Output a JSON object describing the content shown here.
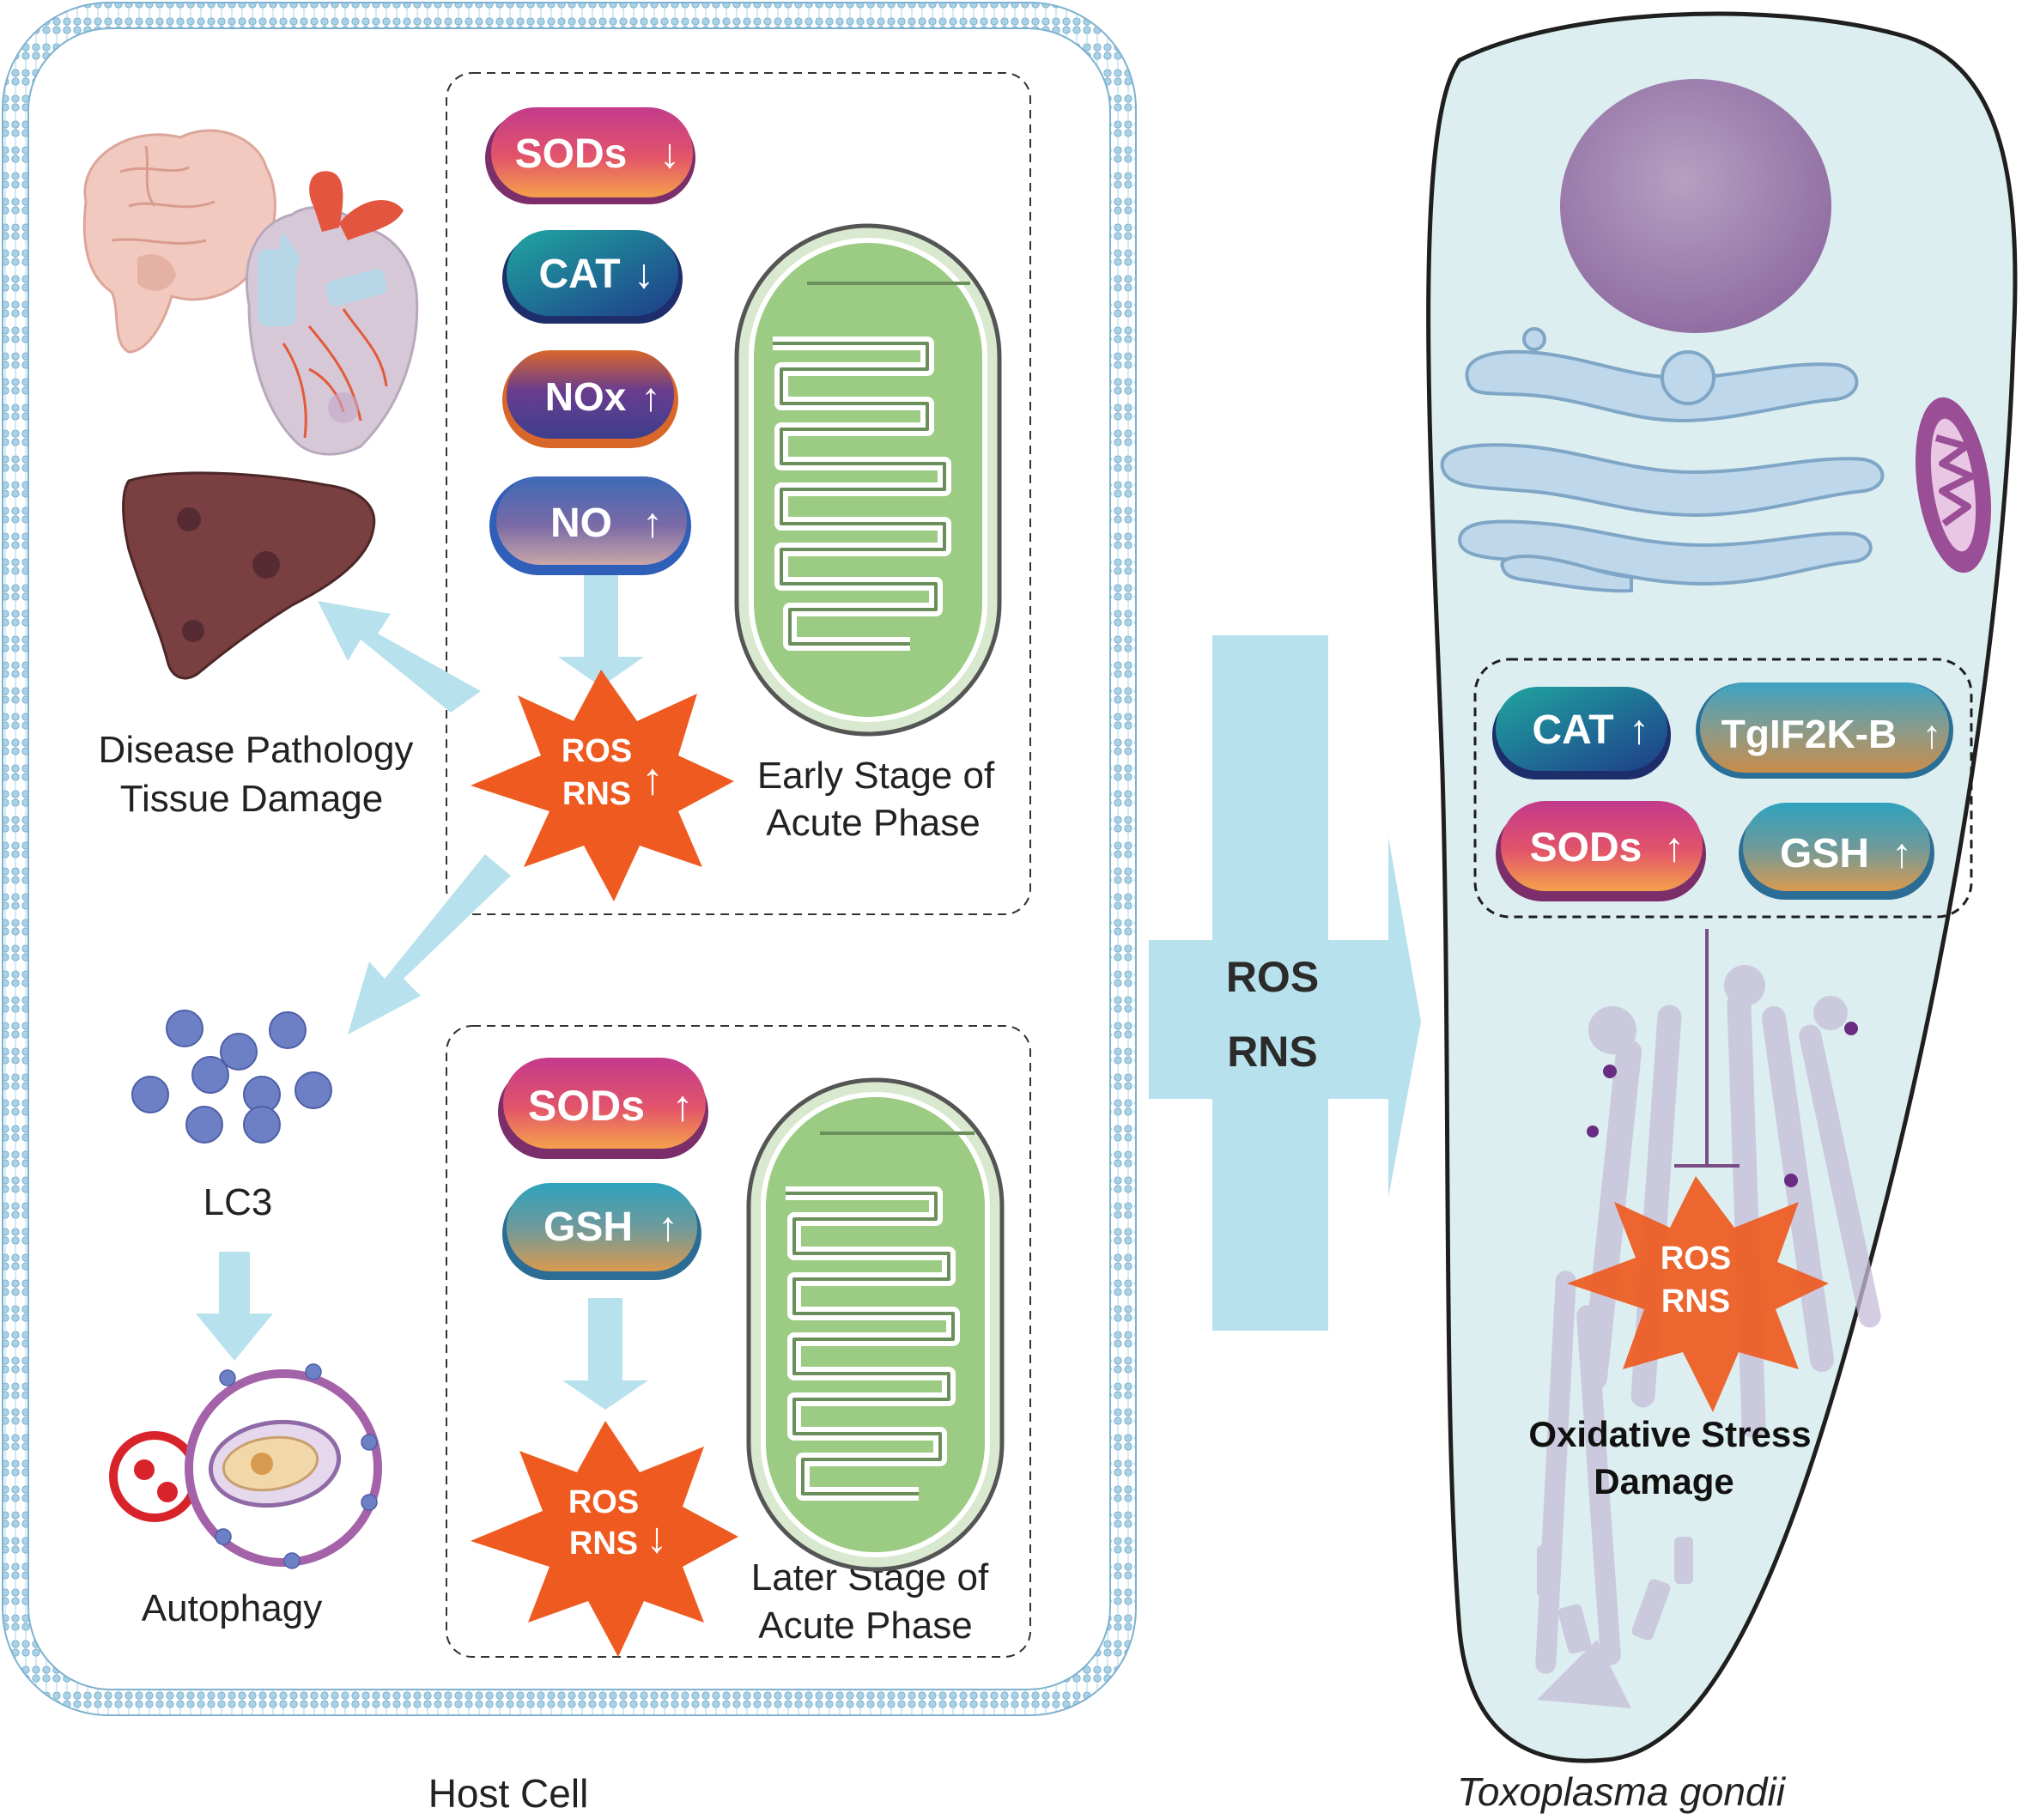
{
  "host_cell": {
    "caption": "Host Cell",
    "pathology": {
      "line1": "Disease Pathology",
      "line2": "Tissue Damage"
    },
    "lc3_label": "LC3",
    "autophagy_label": "Autophagy",
    "early_stage": {
      "line1": "Early Stage of",
      "line2": "Acute Phase",
      "pills": [
        {
          "name": "SODs",
          "arrow": "↓"
        },
        {
          "name": "CAT",
          "arrow": "↓"
        },
        {
          "name": "NOx",
          "arrow": "↑"
        },
        {
          "name": "NO",
          "arrow": "↑"
        }
      ],
      "burst": {
        "line1": "ROS",
        "line2": "RNS",
        "arrow": "↑"
      }
    },
    "later_stage": {
      "line1": "Later Stage of",
      "line2": "Acute Phase",
      "pills": [
        {
          "name": "SODs",
          "arrow": "↑"
        },
        {
          "name": "GSH",
          "arrow": "↑"
        }
      ],
      "burst": {
        "line1": "ROS",
        "line2": "RNS",
        "arrow": "↓"
      }
    }
  },
  "transfer_arrow": {
    "line1": "ROS",
    "line2": "RNS"
  },
  "parasite": {
    "caption": "Toxoplasma gondii",
    "pills": [
      {
        "name": "CAT",
        "arrow": "↑"
      },
      {
        "name": "TgIF2K-B",
        "arrow": "↑"
      },
      {
        "name": "SODs",
        "arrow": "↑"
      },
      {
        "name": "GSH",
        "arrow": "↑"
      }
    ],
    "burst": {
      "line1": "ROS",
      "line2": "RNS"
    },
    "outcome": {
      "line1": "Oxidative Stress",
      "line2": "Damage"
    }
  },
  "colors": {
    "membrane": "#b9dcec",
    "arrow": "#b7e1ec",
    "burst": "#ee5a1f",
    "parasite_fill": "#dceef0",
    "nucleus": "#a07fb0",
    "mitochondrion": "#8cc07a"
  }
}
